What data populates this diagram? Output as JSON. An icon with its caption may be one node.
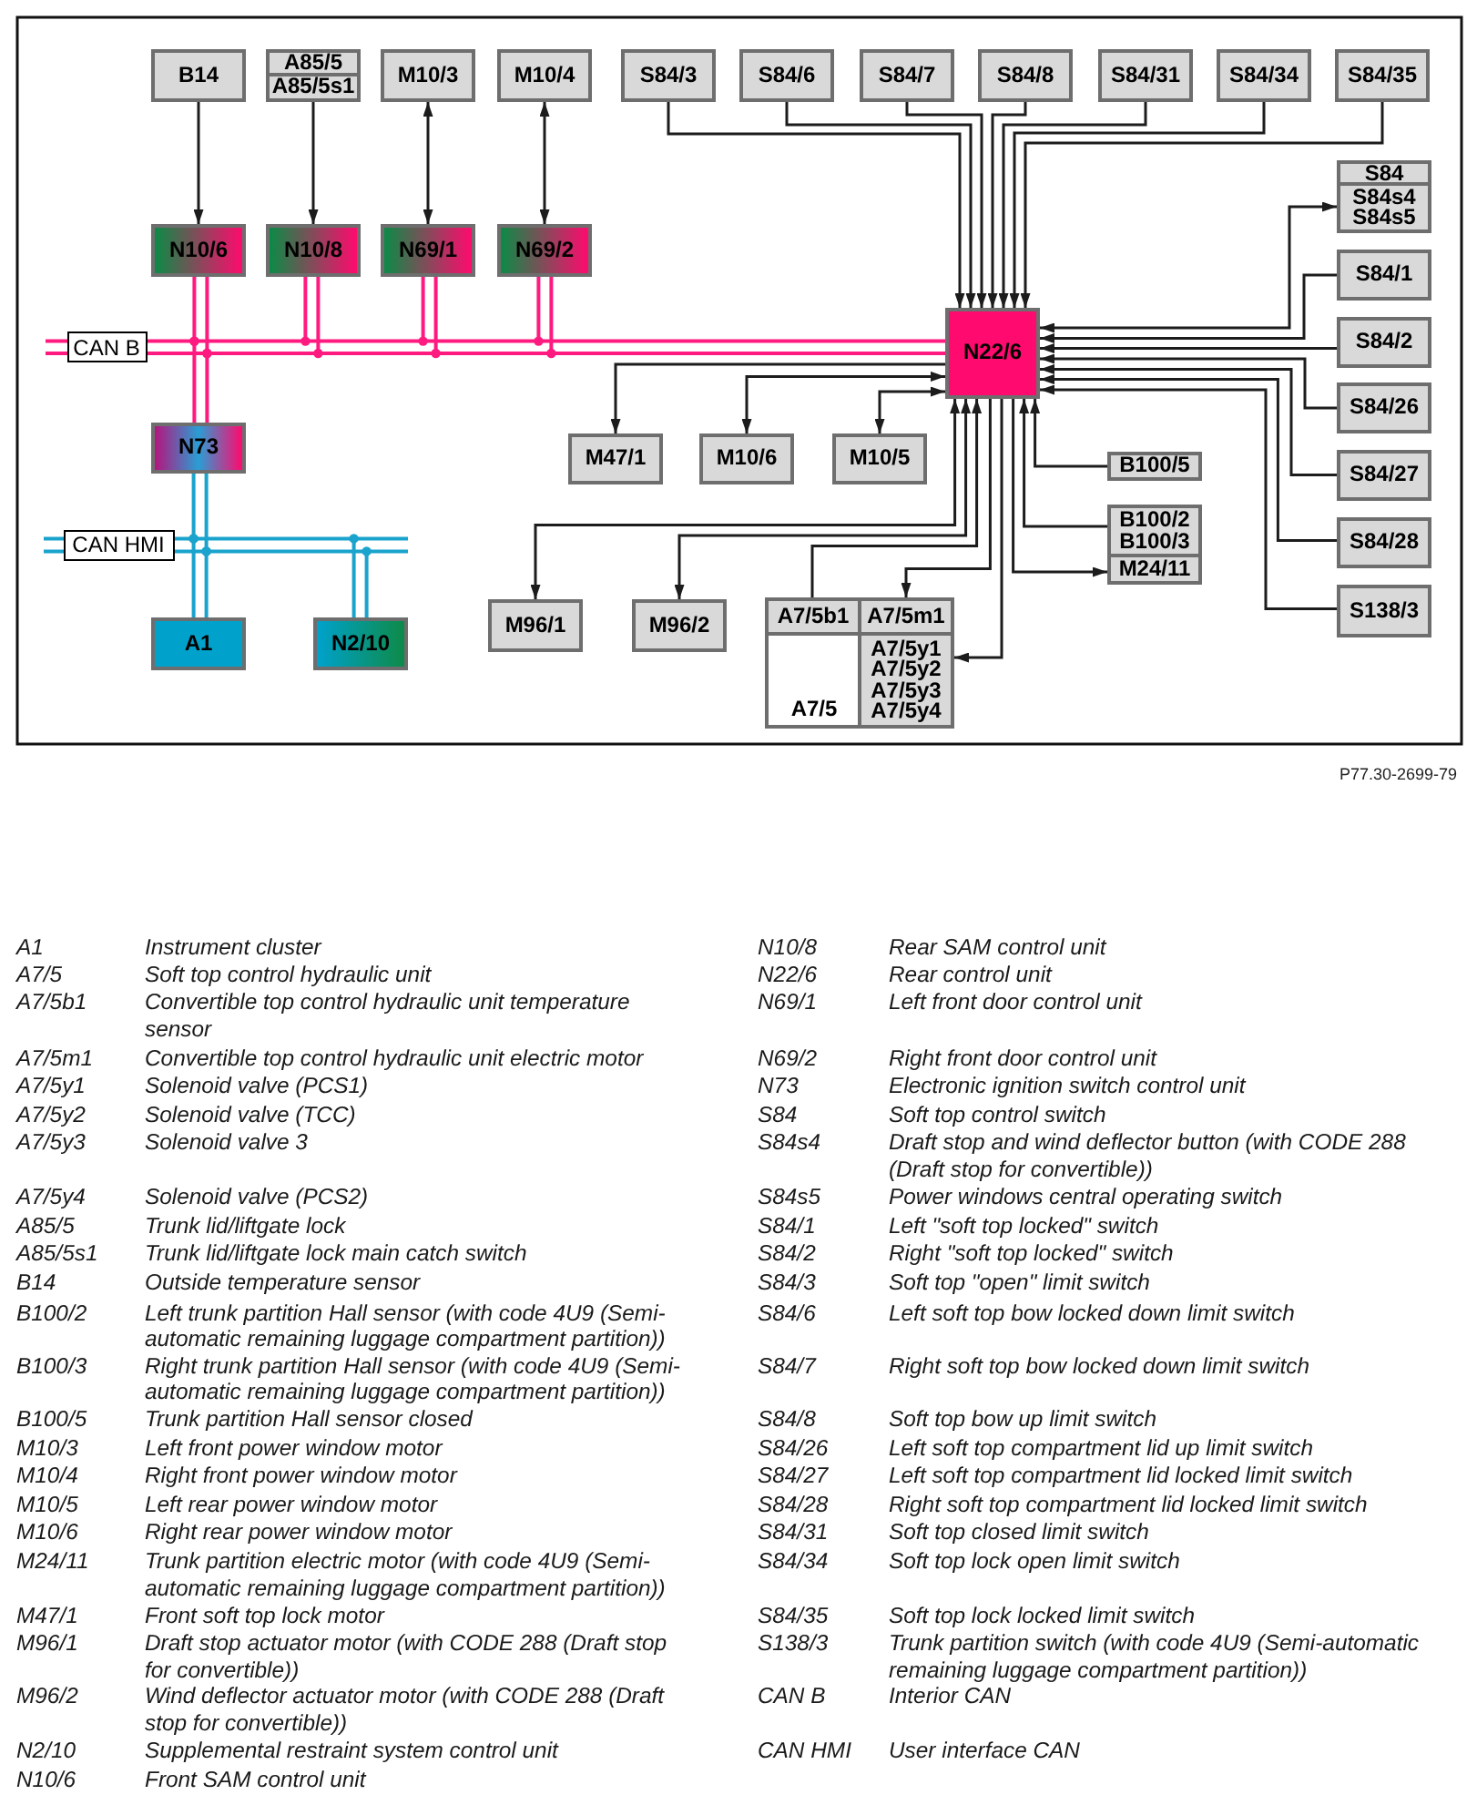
{
  "diagram": {
    "nodes": [
      {
        "text": [
          "B14"
        ]
      },
      {
        "text": [
          "A85/5"
        ]
      },
      {
        "text": [
          "A85/5s1"
        ],
        "in": 1
      },
      {
        "text": [
          "M10/3"
        ]
      },
      {
        "text": [
          "M10/4"
        ]
      },
      {
        "text": [
          "S84/3"
        ]
      },
      {
        "text": [
          "S84/6"
        ]
      },
      {
        "text": [
          "S84/7"
        ]
      },
      {
        "text": [
          "S84/8"
        ]
      },
      {
        "text": [
          "S84/31"
        ]
      },
      {
        "text": [
          "S84/34"
        ]
      },
      {
        "text": [
          "S84/35"
        ]
      },
      {
        "text": [
          "S84"
        ]
      },
      {
        "text": [
          "S84s4",
          "S84s5"
        ],
        "in": 12
      },
      {
        "text": [
          "N10/6"
        ]
      },
      {
        "text": [
          "N10/8"
        ]
      },
      {
        "text": [
          "N69/1"
        ]
      },
      {
        "text": [
          "N69/2"
        ]
      },
      {
        "text": [
          "S84/1"
        ]
      },
      {
        "text": [
          "CAN B"
        ]
      },
      {
        "text": [
          "N22/6"
        ]
      },
      {
        "text": [
          "S84/2"
        ]
      },
      {
        "text": [
          "M47/1"
        ]
      },
      {
        "text": [
          "M10/6"
        ]
      },
      {
        "text": [
          "M10/5"
        ]
      },
      {
        "text": [
          "S84/26"
        ]
      },
      {
        "text": [
          "N73"
        ]
      },
      {
        "text": [
          "B100/5"
        ]
      },
      {
        "text": [
          "S84/27"
        ]
      },
      {
        "text": [
          "CAN HMI"
        ]
      },
      {
        "text": [
          "B100/2",
          "B100/3"
        ]
      },
      {
        "text": [
          "M24/11"
        ]
      },
      {
        "text": [
          "S84/28"
        ]
      },
      {
        "text": [
          "M96/1"
        ]
      },
      {
        "text": [
          "M96/2"
        ]
      },
      {
        "text": [
          "A7/5"
        ]
      },
      {
        "text": [
          "A7/5b1"
        ],
        "in": 35
      },
      {
        "text": [
          "A7/5m1"
        ],
        "in": 35
      },
      {
        "text": [
          "A7/5y1",
          "A7/5y2",
          "A7/5y3",
          "A7/5y4"
        ],
        "in": 35
      },
      {
        "text": [
          "S138/3"
        ]
      },
      {
        "text": [
          "A1"
        ]
      },
      {
        "text": [
          "N2/10"
        ]
      }
    ],
    "edges": [
      {
        "from": 0,
        "to": 14,
        "arrow": "to"
      },
      {
        "from": 2,
        "to": 15,
        "arrow": "to"
      },
      {
        "from": 3,
        "to": 16,
        "arrow": "both"
      },
      {
        "from": 4,
        "to": 17,
        "arrow": "both"
      },
      {
        "from": 5,
        "to": 20,
        "arrow": "to"
      },
      {
        "from": 6,
        "to": 20,
        "arrow": "to"
      },
      {
        "from": 7,
        "to": 20,
        "arrow": "to"
      },
      {
        "from": 8,
        "to": 20,
        "arrow": "to"
      },
      {
        "from": 9,
        "to": 20,
        "arrow": "to"
      },
      {
        "from": 10,
        "to": 20,
        "arrow": "to"
      },
      {
        "from": 11,
        "to": 20,
        "arrow": "to"
      },
      {
        "from": 20,
        "to": 13,
        "arrow": "both"
      },
      {
        "from": 18,
        "to": 20,
        "arrow": "to"
      },
      {
        "from": 21,
        "to": 20,
        "arrow": "to"
      },
      {
        "from": 25,
        "to": 20,
        "arrow": "to"
      },
      {
        "from": 28,
        "to": 20,
        "arrow": "to"
      },
      {
        "from": 32,
        "to": 20,
        "arrow": "to"
      },
      {
        "from": 39,
        "to": 20,
        "arrow": "to"
      },
      {
        "from": 14,
        "to": 19,
        "arrow": "none",
        "color": "#ff1a80"
      },
      {
        "from": 15,
        "to": 19,
        "arrow": "none",
        "color": "#ff1a80"
      },
      {
        "from": 16,
        "to": 19,
        "arrow": "none",
        "color": "#ff1a80"
      },
      {
        "from": 17,
        "to": 19,
        "arrow": "none",
        "color": "#ff1a80"
      },
      {
        "from": 19,
        "to": 26,
        "arrow": "none",
        "color": "#ff1a80"
      },
      {
        "from": 19,
        "to": 20,
        "arrow": "none",
        "color": "#ff1a80"
      },
      {
        "from": 26,
        "to": 29,
        "arrow": "none",
        "color": "#1aa3cc"
      },
      {
        "from": 29,
        "to": 40,
        "arrow": "none",
        "color": "#1aa3cc"
      },
      {
        "from": 41,
        "to": 29,
        "arrow": "none",
        "color": "#1aa3cc"
      },
      {
        "from": 20,
        "to": 22,
        "arrow": "to"
      },
      {
        "from": 23,
        "to": 20,
        "arrow": "both"
      },
      {
        "from": 24,
        "to": 20,
        "arrow": "both"
      },
      {
        "from": 33,
        "to": 20,
        "arrow": "both"
      },
      {
        "from": 34,
        "to": 20,
        "arrow": "both"
      },
      {
        "from": 36,
        "to": 20,
        "arrow": "to"
      },
      {
        "from": 20,
        "to": 37,
        "arrow": "to"
      },
      {
        "from": 20,
        "to": 38,
        "arrow": "to"
      },
      {
        "from": 20,
        "to": 31,
        "arrow": "to"
      },
      {
        "from": 30,
        "to": 20,
        "arrow": "to"
      },
      {
        "from": 27,
        "to": 20,
        "arrow": "to"
      }
    ],
    "labels": [
      "P77.30-2699-79",
      "A1",
      "Instrument cluster",
      "A7/5",
      "Soft top control hydraulic unit",
      "A7/5b1",
      "Convertible top control hydraulic unit temperature sensor",
      "A7/5m1",
      "Convertible top control hydraulic unit electric motor",
      "A7/5y1",
      "Solenoid valve (PCS1)",
      "A7/5y2",
      "Solenoid valve (TCC)",
      "A7/5y3",
      "Solenoid valve 3",
      "A7/5y4",
      "Solenoid valve (PCS2)",
      "A85/5",
      "Trunk lid/liftgate lock",
      "A85/5s1",
      "Trunk lid/liftgate lock main catch switch",
      "B14",
      "Outside temperature sensor",
      "B100/2",
      "Left trunk partition Hall sensor (with code 4U9 (Semi-automatic remaining luggage compartment partition))",
      "B100/3",
      "Right trunk partition Hall sensor (with code 4U9 (Semi-automatic remaining luggage compartment partition))",
      "B100/5",
      "Trunk partition Hall sensor closed",
      "M10/3",
      "Left front power window motor",
      "M10/4",
      "Right front power window motor",
      "M10/5",
      "Left rear power window motor",
      "M10/6",
      "Right rear power window motor",
      "M24/11",
      "Trunk partition electric motor (with code 4U9 (Semi-automatic remaining luggage compartment partition))",
      "M47/1",
      "Front soft top lock motor",
      "M96/1",
      "Draft stop actuator motor (with CODE 288 (Draft stop for convertible))",
      "M96/2",
      "Wind deflector actuator motor (with CODE 288 (Draft stop for convertible))",
      "N2/10",
      "Supplemental restraint system control unit",
      "N10/6",
      "Front SAM control unit",
      "N10/8",
      "Rear SAM control unit",
      "N22/6",
      "Rear control unit",
      "N69/1",
      "Left front door control unit",
      "N69/2",
      "Right front door control unit",
      "N73",
      "Electronic ignition switch control unit",
      "S84",
      "Soft top control switch",
      "S84s4",
      "Draft stop and wind deflector button (with CODE 288 (Draft stop for convertible))",
      "S84s5",
      "Power windows central operating switch",
      "S84/1",
      "Left \"soft top locked\" switch",
      "S84/2",
      "Right \"soft top locked\" switch",
      "S84/3",
      "Soft top \"open\" limit switch",
      "S84/6",
      "Left soft top bow locked down limit switch",
      "S84/7",
      "Right soft top bow locked down limit switch",
      "S84/8",
      "Soft top bow up limit switch",
      "S84/26",
      "Left soft top compartment lid up limit switch",
      "S84/27",
      "Left soft top compartment lid locked limit switch",
      "S84/28",
      "Right soft top compartment lid locked limit switch",
      "S84/31",
      "Soft top closed limit switch",
      "S84/34",
      "Soft top lock open limit switch",
      "S84/35",
      "Soft top lock locked limit switch",
      "S138/3",
      "Trunk partition switch (with code 4U9 (Semi-automatic remaining luggage compartment partition))",
      "CAN B",
      "Interior CAN",
      "CAN HMI",
      "User interface CAN"
    ]
  }
}
